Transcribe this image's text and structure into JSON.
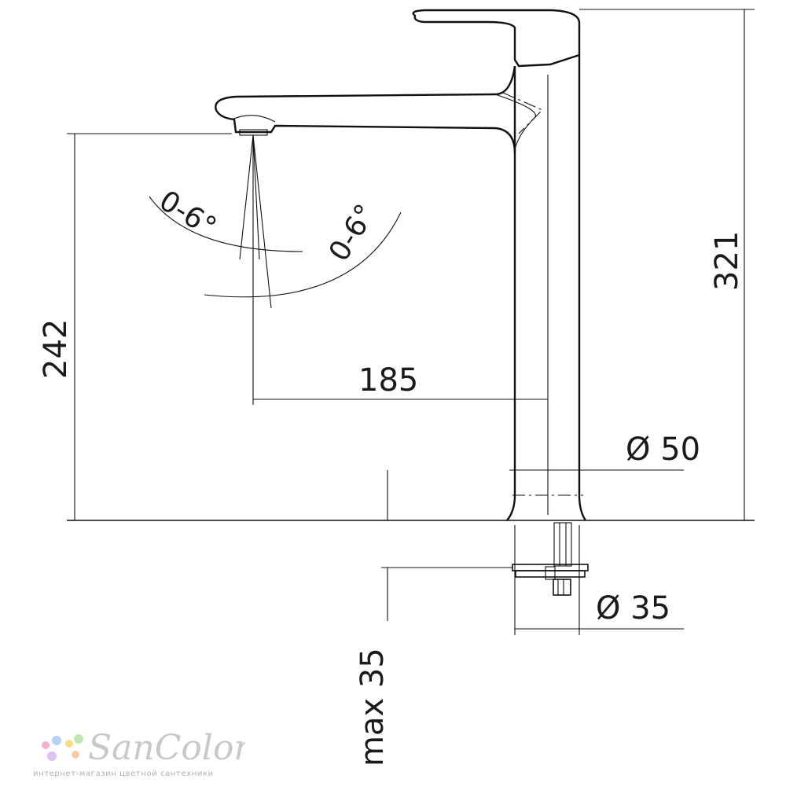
{
  "dimensions": {
    "total_height": "321",
    "spout_height": "242",
    "reach": "185",
    "body_diameter": "Ø 50",
    "shank_diameter": "Ø 35",
    "max_countertop": "max 35"
  },
  "angles": {
    "left": "0-6°",
    "right": "0-6°"
  },
  "watermark": {
    "brand": "SanColor",
    "tagline": "интернет-магазин цветной сантехники",
    "dot_colors": [
      "#f4a3c8",
      "#a8c8f0",
      "#f7d774",
      "#b7e3a6",
      "#d7b7f0",
      "#f9c29a"
    ]
  }
}
